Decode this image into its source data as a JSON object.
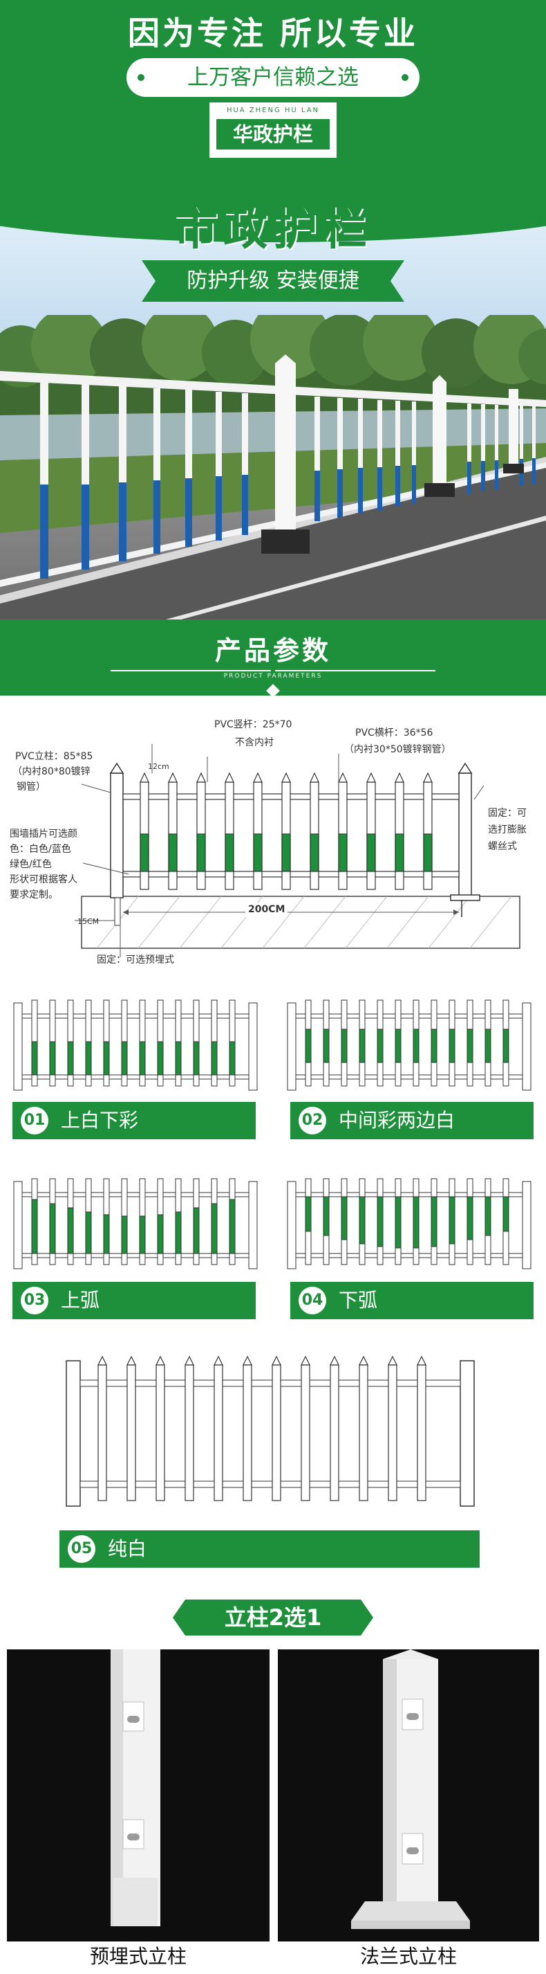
{
  "hero": {
    "headline": "因为专注  所以专业",
    "tagline": "上万客户信赖之选",
    "logo": {
      "pinyin": "HUA ZHENG   HU   LAN",
      "name": "华政护栏"
    },
    "title": "市政护栏",
    "subtitle": "防护升级  安装便捷"
  },
  "params": {
    "title": "产品参数",
    "subtitle": "PRODUCT PARAMETERS"
  },
  "diagram": {
    "post_spec": "PVC立柱：85*85",
    "post_lining": "（内衬80*80镀锌",
    "post_lining_2": "钢管）",
    "vertical_spec": "PVC竖杆：25*70",
    "vertical_note": "不含内衬",
    "horizontal_spec": "PVC横杆：36*56",
    "horizontal_lining": "（内衬30*50镀锌钢管）",
    "height_mark": "12cm",
    "colors_1": "围墙插片可选颜",
    "colors_2": "色：白色/蓝色",
    "colors_3": "绿色/红色",
    "colors_4": "形状可根据客人",
    "colors_5": "要求定制。",
    "right_fix_1": "固定：可",
    "right_fix_2": "选打膨胀",
    "right_fix_3": "螺丝式",
    "width": "200CM",
    "depth": "15CM",
    "bottom_fix": "固定：可选预埋式"
  },
  "variants": [
    {
      "num": "01",
      "label": "上白下彩"
    },
    {
      "num": "02",
      "label": "中间彩两边白"
    },
    {
      "num": "03",
      "label": "上弧"
    },
    {
      "num": "04",
      "label": "下弧"
    },
    {
      "num": "05",
      "label": "纯白"
    }
  ],
  "posts": {
    "title": "立柱2选1",
    "items": [
      {
        "caption": "预埋式立柱"
      },
      {
        "caption": "法兰式立柱"
      }
    ]
  },
  "colors": {
    "brand_green": "#1e8f3a",
    "accent_blue": "#1f5fb0"
  }
}
